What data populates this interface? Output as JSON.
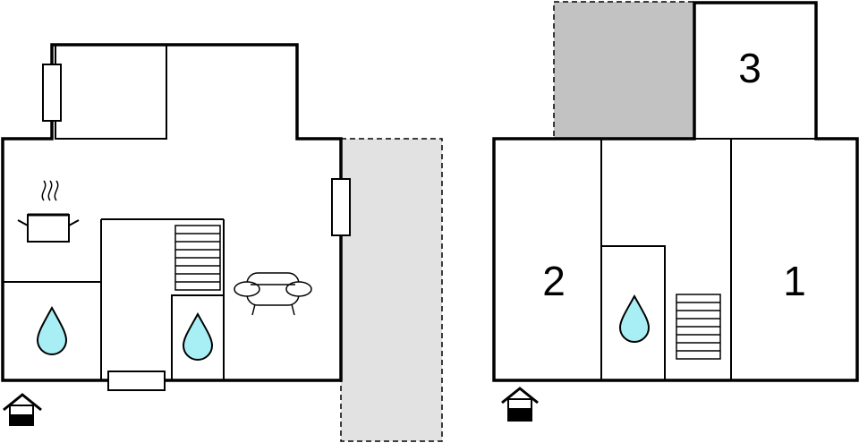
{
  "floor_plan": {
    "ground_floor": {
      "entrance_icon": "house-entrance-icon",
      "icons": [
        "cooking-pot-icon",
        "water-drop-icon",
        "water-drop-icon",
        "staircase-icon",
        "sofa-icon",
        "window-icon"
      ]
    },
    "upper_floor": {
      "entrance_icon": "house-entrance-icon",
      "rooms": [
        {
          "number": "1"
        },
        {
          "number": "2"
        },
        {
          "number": "3"
        }
      ],
      "icons": [
        "water-drop-icon",
        "staircase-icon"
      ]
    },
    "colors": {
      "wall": "#000000",
      "water": "#a8eef5",
      "terrace_light": "#e2e2e2",
      "terrace_dark": "#c2c2c2"
    }
  }
}
